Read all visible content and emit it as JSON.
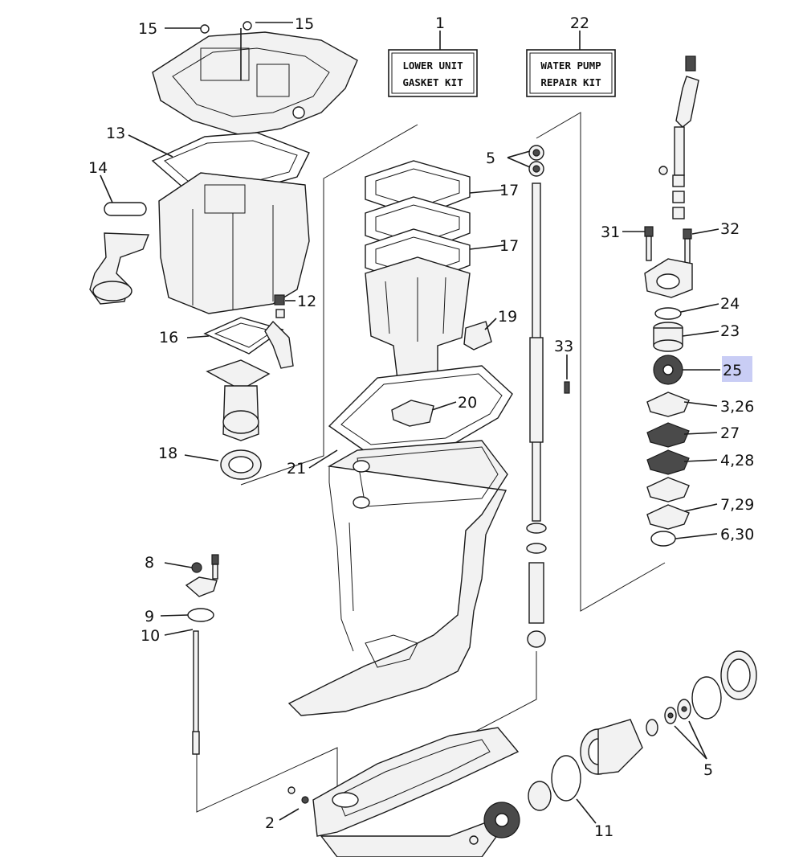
{
  "callouts": {
    "c1": "1",
    "c2": "2",
    "c3_26": "3,26",
    "c4_28": "4,28",
    "c5a": "5",
    "c5b": "5",
    "c6_30": "6,30",
    "c7_29": "7,29",
    "c8": "8",
    "c9": "9",
    "c10": "10",
    "c11": "11",
    "c12": "12",
    "c13": "13",
    "c14": "14",
    "c15a": "15",
    "c15b": "15",
    "c16": "16",
    "c17a": "17",
    "c17b": "17",
    "c18": "18",
    "c19": "19",
    "c20": "20",
    "c21": "21",
    "c22": "22",
    "c23": "23",
    "c24": "24",
    "c25": "25",
    "c27": "27",
    "c31": "31",
    "c32": "32",
    "c33": "33"
  },
  "kits": {
    "lower_unit_line1": "LOWER UNIT",
    "lower_unit_line2": "GASKET KIT",
    "water_pump_line1": "WATER PUMP",
    "water_pump_line2": "REPAIR KIT"
  },
  "highlight": {
    "callout": "25",
    "color": "#c9cdf5"
  }
}
